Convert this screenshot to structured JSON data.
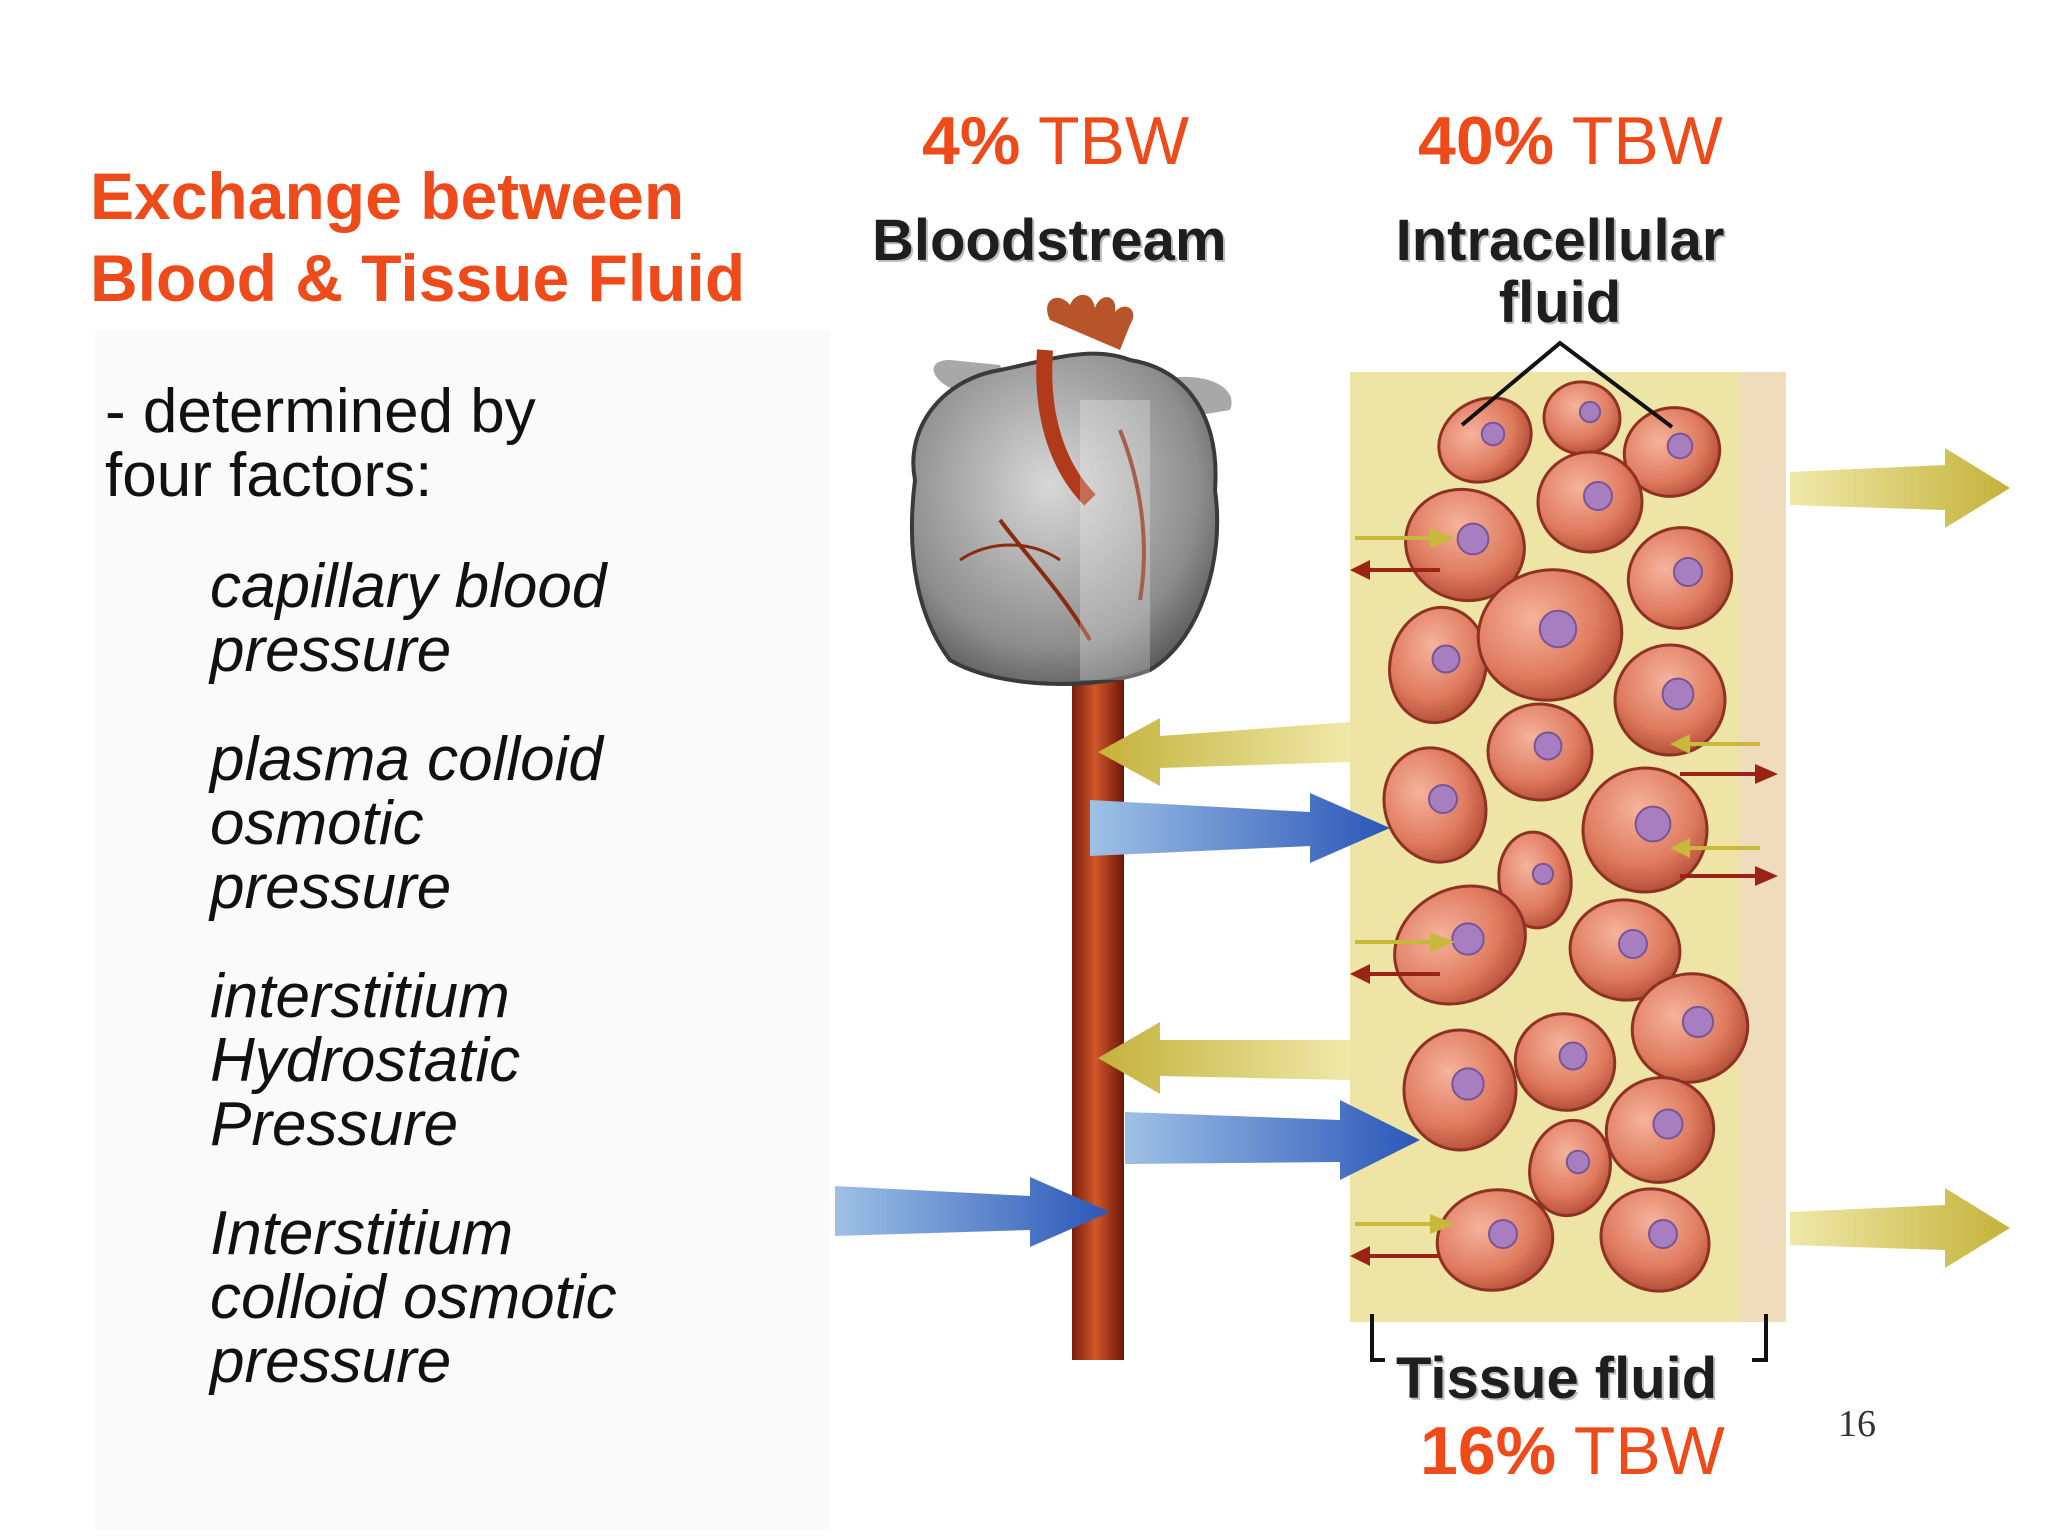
{
  "slide": {
    "title_lines": [
      "Exchange between",
      "Blood & Tissue Fluid"
    ],
    "intro_lines": [
      "-  determined by",
      "four factors:"
    ],
    "factors": [
      {
        "lines": [
          "capillary blood",
          "pressure"
        ]
      },
      {
        "lines": [
          "plasma colloid",
          "osmotic",
          "pressure"
        ]
      },
      {
        "lines": [
          "interstitium",
          "Hydrostatic",
          "Pressure"
        ]
      },
      {
        "lines": [
          "Interstitium",
          "colloid osmotic",
          "pressure"
        ]
      }
    ],
    "page_number": "16"
  },
  "diagram": {
    "blood_pct": {
      "value": "4%",
      "unit": "TBW"
    },
    "cell_pct": {
      "value": "40%",
      "unit": "TBW"
    },
    "tissue_pct": {
      "value": "16%",
      "unit": "TBW"
    },
    "bloodstream_label": "Bloodstream",
    "intracellular_label_lines": [
      "Intracellular",
      "fluid"
    ],
    "tissue_fluid_label": "Tissue fluid"
  },
  "colors": {
    "accent": "#ee4a1a",
    "cell": "#d9745a",
    "nucleus": "#a77ec0",
    "yellow_arrow": "#c8b93a",
    "blue_arrow": "#2a56b8",
    "red_arrow": "#9b2316",
    "tissue_bg": "#eee4a6"
  },
  "icons": [
    "heart-illustration",
    "blood-vessel",
    "cell-illustration"
  ]
}
